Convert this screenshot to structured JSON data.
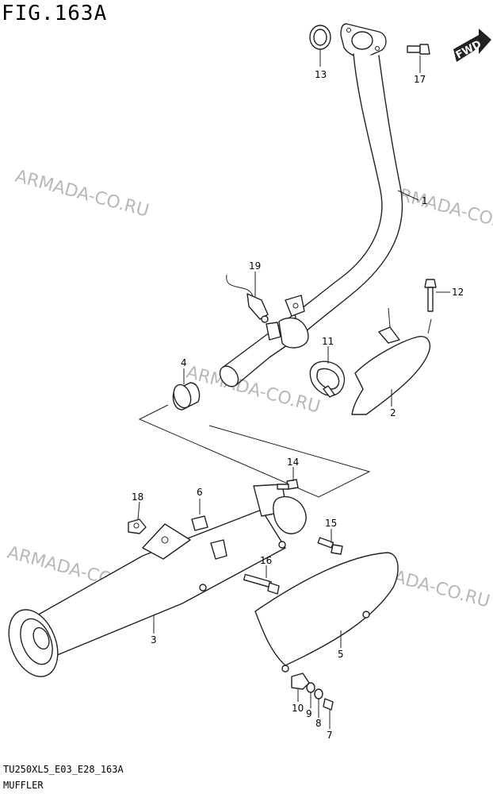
{
  "figure": {
    "title": "FIG.163A",
    "footer_code": "TU250XL5_E03_E28_163A",
    "footer_name": "MUFFLER",
    "direction_badge": "FWD"
  },
  "watermarks": [
    "ARMADA-CO.RU",
    "ARMADA-CO.RU",
    "ARMADA-CO.RU",
    "ARMADA-CO.RU",
    "ARMADA-CO.RU"
  ],
  "callouts": [
    "1",
    "2",
    "3",
    "4",
    "5",
    "6",
    "7",
    "8",
    "9",
    "10",
    "11",
    "12",
    "13",
    "14",
    "15",
    "16",
    "17",
    "18",
    "19"
  ],
  "colors": {
    "line": "#222222",
    "watermark": "#b8b8b8",
    "badge": "#222222"
  }
}
